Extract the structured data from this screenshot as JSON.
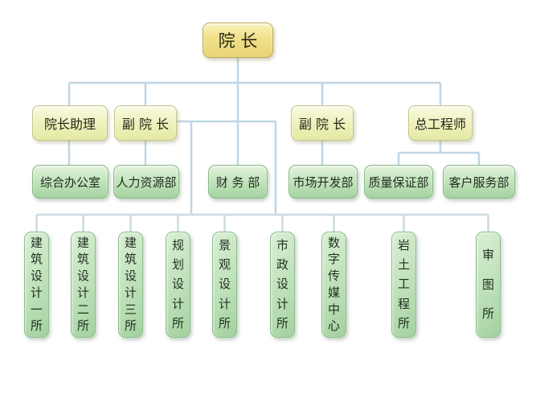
{
  "diagram": {
    "type": "org-chart",
    "root": {
      "id": "dean",
      "label": "院 长"
    },
    "level2": [
      {
        "id": "dean-assistant",
        "label": "院长助理"
      },
      {
        "id": "vice-dean-1",
        "label": "副 院 长"
      },
      {
        "id": "vice-dean-2",
        "label": "副 院 长"
      },
      {
        "id": "chief-engineer",
        "label": "总工程师"
      }
    ],
    "level3": [
      {
        "id": "general-office",
        "label": "综合办公室"
      },
      {
        "id": "hr-dept",
        "label": "人力资源部"
      },
      {
        "id": "finance-dept",
        "label": "财 务 部"
      },
      {
        "id": "market-dev-dept",
        "label": "市场开发部"
      },
      {
        "id": "qa-dept",
        "label": "质量保证部"
      },
      {
        "id": "customer-service-dept",
        "label": "客户服务部"
      }
    ],
    "level4": [
      {
        "id": "arch-design-1",
        "label": "建筑设计一所"
      },
      {
        "id": "arch-design-2",
        "label": "建筑设计二所"
      },
      {
        "id": "arch-design-3",
        "label": "建筑设计三所"
      },
      {
        "id": "planning-design",
        "label": "规划设计所"
      },
      {
        "id": "landscape-design",
        "label": "景观设计所"
      },
      {
        "id": "municipal-design",
        "label": "市政设计所"
      },
      {
        "id": "digital-media-center",
        "label": "数字传媒中心"
      },
      {
        "id": "geotech-engineering",
        "label": "岩土工程所"
      },
      {
        "id": "drawing-review",
        "label": "审图所"
      }
    ],
    "colors": {
      "root_fill": "#f1e087",
      "level2_fill": "#eff1bd",
      "level3_fill": "#bfe2b9",
      "level4_fill": "#bde0b8",
      "connector_upper": "#bfd6e4",
      "connector_lower": "#ccd9e0"
    }
  }
}
